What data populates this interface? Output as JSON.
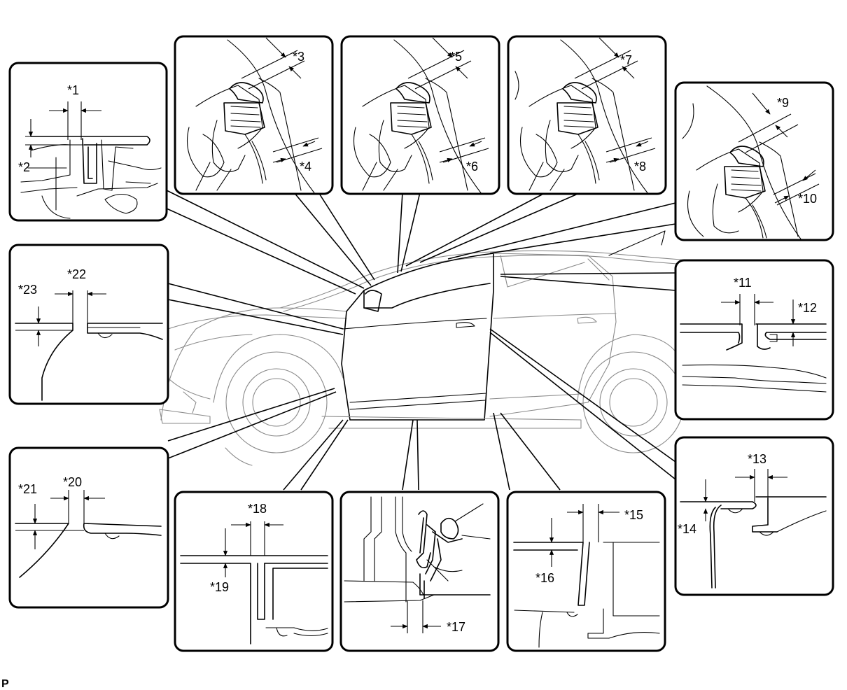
{
  "corner_mark": "P",
  "panels": [
    {
      "id": "p1",
      "labels": [
        "*1",
        "*2"
      ]
    },
    {
      "id": "p2",
      "labels": [
        "*3",
        "*4"
      ]
    },
    {
      "id": "p3",
      "labels": [
        "*5",
        "*6"
      ]
    },
    {
      "id": "p4",
      "labels": [
        "*7",
        "*8"
      ]
    },
    {
      "id": "p5",
      "labels": [
        "*9",
        "*10"
      ]
    },
    {
      "id": "p6",
      "labels": [
        "*11",
        "*12"
      ]
    },
    {
      "id": "p7",
      "labels": [
        "*13",
        "*14"
      ]
    },
    {
      "id": "p8",
      "labels": [
        "*15",
        "*16"
      ]
    },
    {
      "id": "p9",
      "labels": [
        "*17"
      ]
    },
    {
      "id": "p10",
      "labels": [
        "*18",
        "*19"
      ]
    },
    {
      "id": "p11",
      "labels": [
        "*20",
        "*21"
      ]
    },
    {
      "id": "p12",
      "labels": [
        "*22",
        "*23"
      ]
    }
  ]
}
